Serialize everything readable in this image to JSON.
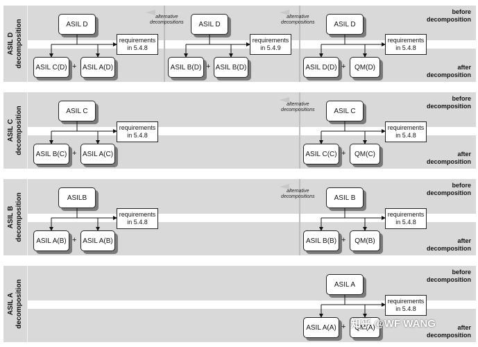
{
  "rows": {
    "d": {
      "label": "ASIL D\ndecomposition",
      "parent1": "ASIL D",
      "req1": "requirements\nin 5.4.8",
      "c1a": "ASIL C(D)",
      "c1b": "ASIL A(D)",
      "parent2": "ASIL D",
      "req2": "requirements\nin 5.4.9",
      "c2a": "ASIL B(D)",
      "c2b": "ASIL B(D)",
      "parent3": "ASIL D",
      "req3": "requirements\nin 5.4.8",
      "c3a": "ASIL D(D)",
      "c3b": "QM(D)",
      "alt1": "alternative\ndecompositions",
      "alt2": "alternative\ndecompositions"
    },
    "c": {
      "label": "ASIL C\ndecomposition",
      "parent1": "ASIL C",
      "req1": "requirements\nin 5.4.8",
      "c1a": "ASIL B(C)",
      "c1b": "ASIL A(C)",
      "parent3": "ASIL C",
      "req3": "requirements\nin 5.4.8",
      "c3a": "ASIL C(C)",
      "c3b": "QM(C)",
      "alt": "alternative\ndecompositions"
    },
    "b": {
      "label": "ASIL B\ndecomposition",
      "parent1": "ASILB",
      "req1": "requirements\nin 5.4.8",
      "c1a": "ASIL A(B)",
      "c1b": "ASIL A(B)",
      "parent3": "ASIL B",
      "req3": "requirements\nin 5.4.8",
      "c3a": "ASIL B(B)",
      "c3b": "QM(B)",
      "alt": "alternative\ndecompositions"
    },
    "a": {
      "label": "ASIL A\ndecomposition",
      "parent3": "ASIL A",
      "req3": "requirements\nin 5.4.8",
      "c3a": "ASIL A(A)",
      "c3b": "QM(A)"
    }
  },
  "plus": "+",
  "before": "before\ndecomposition",
  "after": "after\ndecomposition",
  "watermark": "知乎 @WF WANG"
}
